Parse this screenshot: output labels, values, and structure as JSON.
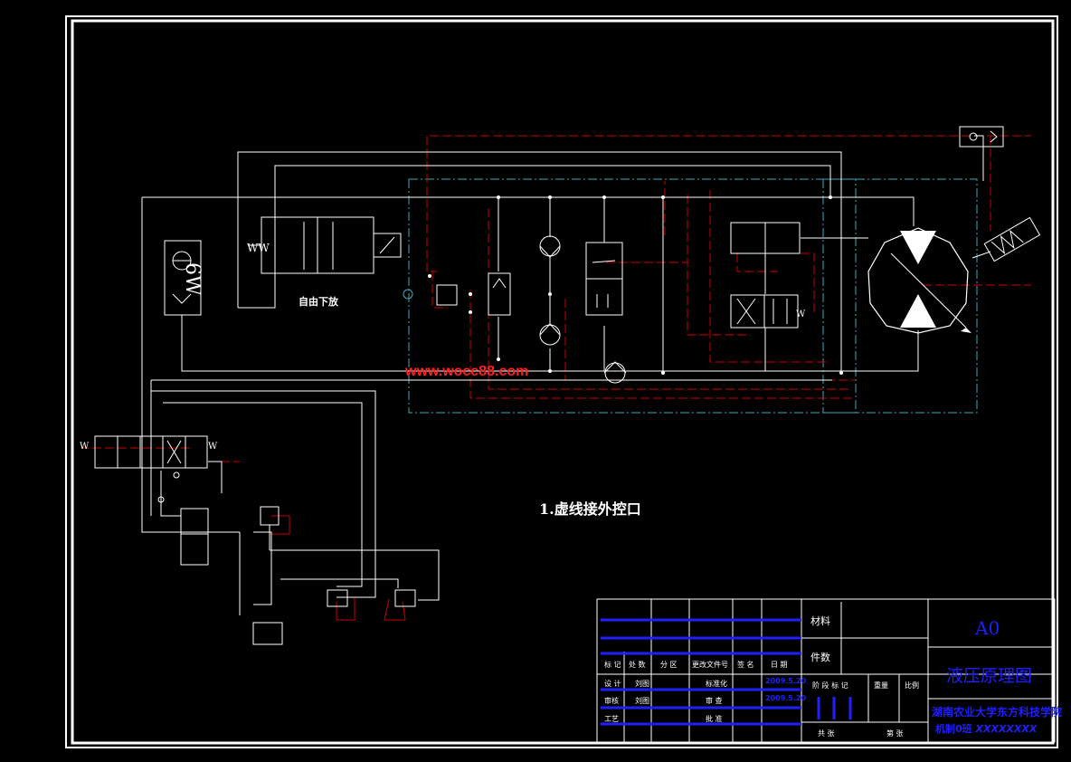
{
  "drawing": {
    "note": "1.虚线接外控口",
    "free_lowering_label": "自由下放",
    "valve_code": "6W",
    "watermark": "www.wocc88.com"
  },
  "title_block": {
    "sheet_size": "A0",
    "drawing_title": "液压原理图",
    "school": "湖南农业大学东方科技学院",
    "class_label": "机制0班",
    "class_value": "XXXXXXXX",
    "material_label": "材料",
    "part_no_label": "件数",
    "mark_label": "标 记",
    "count_label": "处 数",
    "zone_label": "分 区",
    "change_doc_label": "更改文件号",
    "sign_label": "签 名",
    "date_label": "日 期",
    "design_label": "设 计",
    "std_label": "标准化",
    "check_label": "审核",
    "review_label": "审 查",
    "craft_label": "工艺",
    "approve_label": "批 准",
    "stage_label": "阶 段 标 记",
    "weight_label": "重量",
    "scale_label": "比例",
    "sheets_label": "共 张",
    "sheet_label": "第 张",
    "designer": "刘图",
    "checker": "刘图",
    "std_date": "2009.5.20",
    "review_date": "2009.5.20",
    "colors": {
      "frame": "#ffffff",
      "dashed_red": "#cc0000",
      "cyan": "#3fa9b5",
      "blue_lines": "#1f1fff",
      "watermark": "#ff2020"
    }
  }
}
